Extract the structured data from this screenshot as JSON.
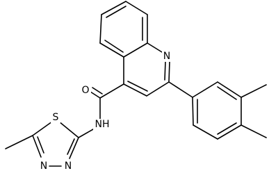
{
  "molecule": {
    "colors": {
      "bond": "#000000",
      "label": "#000000",
      "background": "#ffffff"
    },
    "atoms": [
      {
        "id": "N1",
        "label": "N"
      },
      {
        "id": "O1",
        "label": "O"
      },
      {
        "id": "NH",
        "label": "NH"
      },
      {
        "id": "S1",
        "label": "S"
      },
      {
        "id": "N3",
        "label": "N"
      },
      {
        "id": "N4",
        "label": "N"
      }
    ]
  }
}
